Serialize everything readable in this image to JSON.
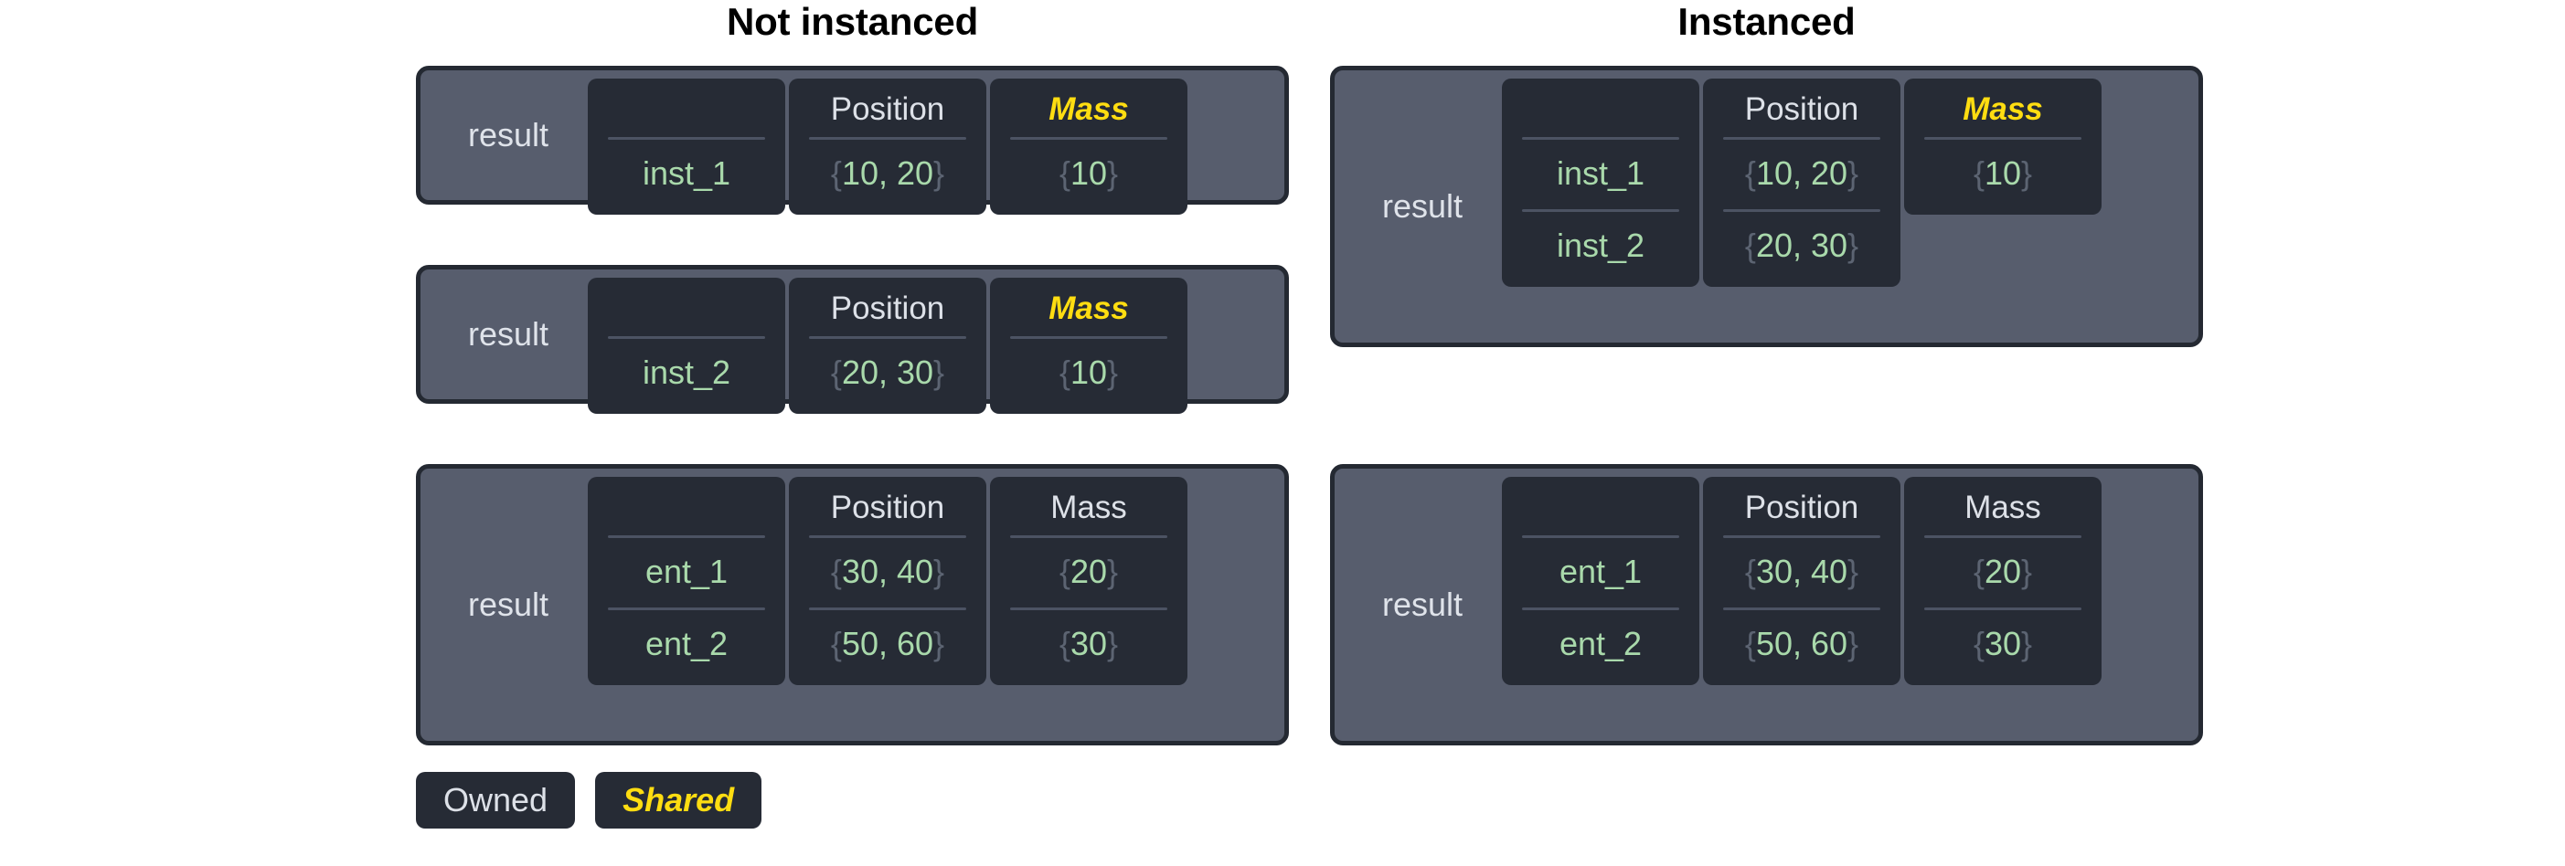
{
  "headings": {
    "left": "Not instanced",
    "right": "Instanced"
  },
  "labels": {
    "result": "result",
    "name_header": "",
    "position_header": "Position",
    "mass_header": "Mass"
  },
  "legend": {
    "owned": "Owned",
    "shared": "Shared"
  },
  "colors": {
    "card_background": "#575d6d",
    "card_border": "#242932",
    "column_background": "#262b35",
    "value_green": "#a9d9ab",
    "shared_yellow": "#ffdd11",
    "header_text": "#dde1e8",
    "brace_gray": "#5c6472",
    "rule": "#4c5363",
    "page_background": "#ffffff"
  },
  "not_instanced": {
    "tables": [
      {
        "label": "result",
        "headers": [
          "",
          "Position",
          "Mass"
        ],
        "mass_shared": true,
        "rows": [
          {
            "name": "inst_1",
            "position": "{10, 20}",
            "mass": "{10}"
          }
        ]
      },
      {
        "label": "result",
        "headers": [
          "",
          "Position",
          "Mass"
        ],
        "mass_shared": true,
        "rows": [
          {
            "name": "inst_2",
            "position": "{20, 30}",
            "mass": "{10}"
          }
        ]
      },
      {
        "label": "result",
        "headers": [
          "",
          "Position",
          "Mass"
        ],
        "mass_shared": false,
        "rows": [
          {
            "name": "ent_1",
            "position": "{30, 40}",
            "mass": "{20}"
          },
          {
            "name": "ent_2",
            "position": "{50, 60}",
            "mass": "{30}"
          }
        ]
      }
    ]
  },
  "instanced": {
    "tables": [
      {
        "label": "result",
        "headers": [
          "",
          "Position",
          "Mass"
        ],
        "mass_shared": true,
        "mass_rowspan": 1,
        "rows": [
          {
            "name": "inst_1",
            "position": "{10, 20}",
            "mass": "{10}"
          },
          {
            "name": "inst_2",
            "position": "{20, 30}",
            "mass": ""
          }
        ]
      },
      {
        "label": "result",
        "headers": [
          "",
          "Position",
          "Mass"
        ],
        "mass_shared": false,
        "rows": [
          {
            "name": "ent_1",
            "position": "{30, 40}",
            "mass": "{20}"
          },
          {
            "name": "ent_2",
            "position": "{50, 60}",
            "mass": "{30}"
          }
        ]
      }
    ]
  }
}
